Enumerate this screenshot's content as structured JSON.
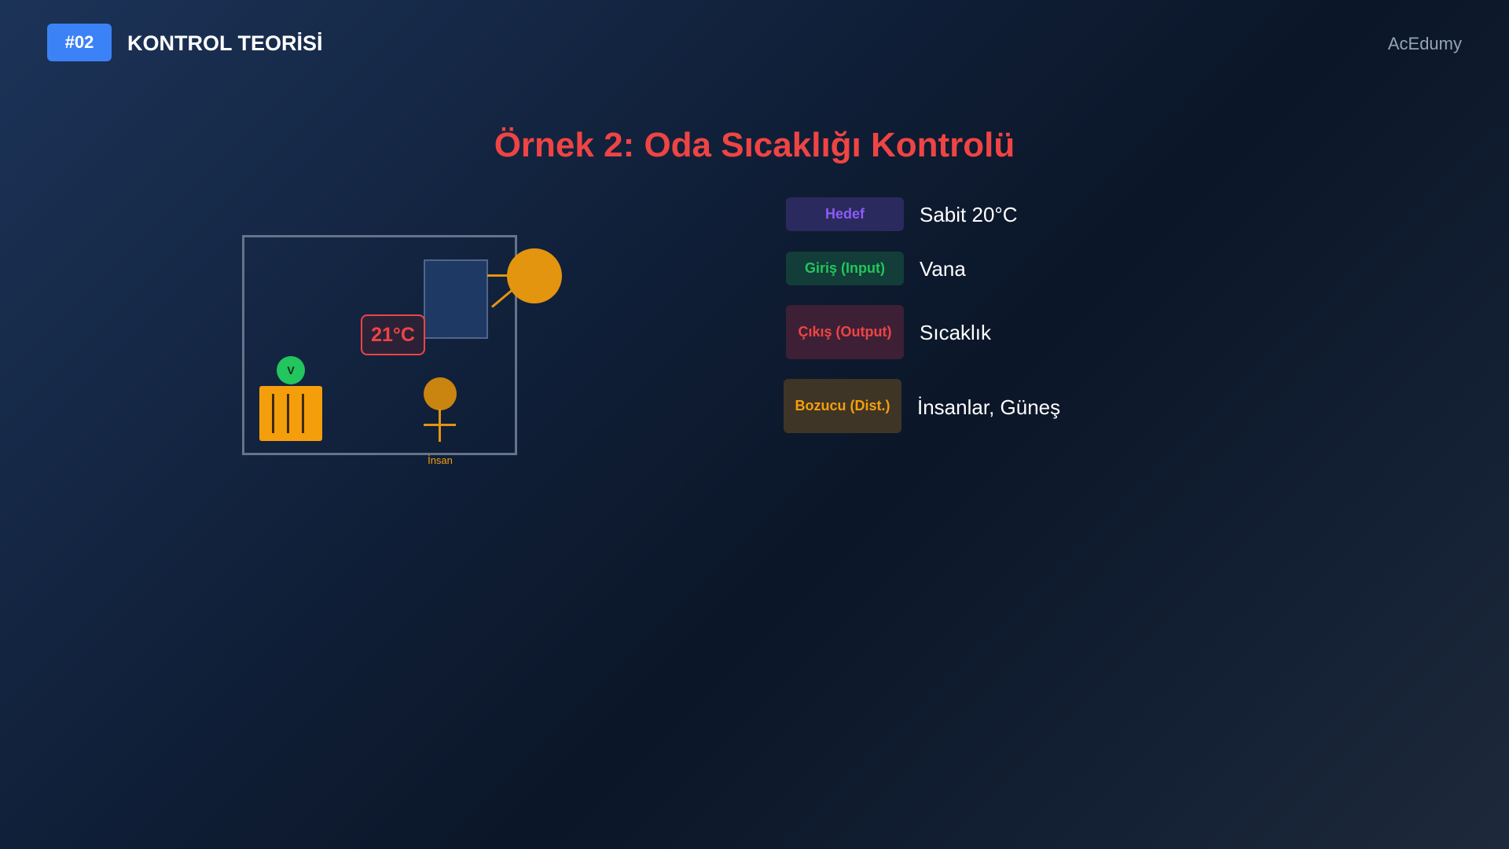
{
  "header": {
    "badge": "#02",
    "title": "KONTROL TEORİSİ",
    "brand": "AcEdumy"
  },
  "page": {
    "title": "Örnek 2: Oda Sıcaklığı Kontrolü"
  },
  "diagram": {
    "temperature": "21°C",
    "valve_label": "V",
    "person_label": "İnsan"
  },
  "legend": [
    {
      "tag": "Hedef",
      "value": "Sabit 20°C",
      "color": "#8b5cf6"
    },
    {
      "tag": "Giriş (Input)",
      "value": "Vana",
      "color": "#22c55e"
    },
    {
      "tag": "Çıkış (Output)",
      "value": "Sıcaklık",
      "color": "#ef4444"
    },
    {
      "tag": "Bozucu (Dist.)",
      "value": "İnsanlar, Güneş",
      "color": "#f59e0b"
    }
  ],
  "colors": {
    "accent": "#3b82f6",
    "title": "#ef4444",
    "sun": "#e39510",
    "radiator": "#f59e0b",
    "valve": "#22c55e"
  }
}
